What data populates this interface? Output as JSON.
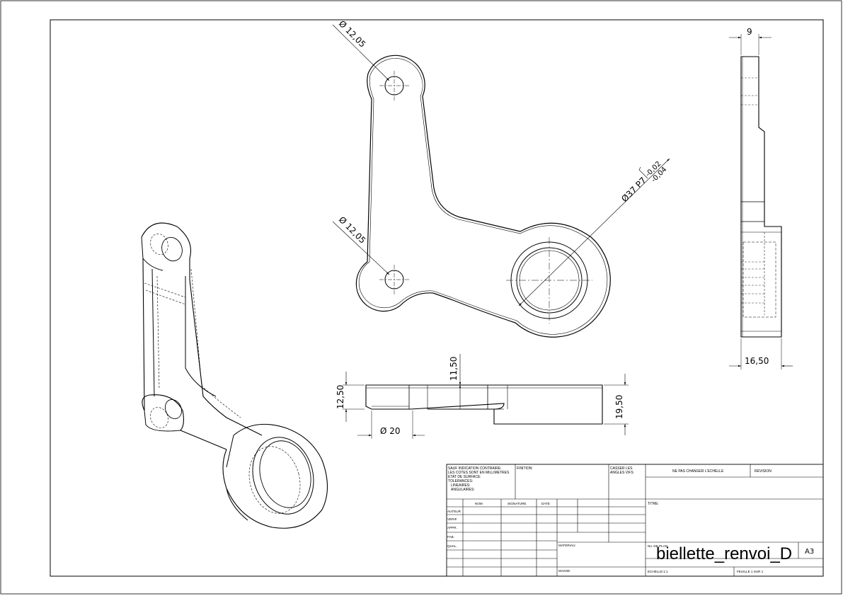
{
  "dimensions": {
    "hole_top": "Ø 12,05",
    "hole_bottom": "Ø 12,05",
    "bore": "Ø37 P7",
    "bore_tol_upper": "-0,02",
    "bore_tol_lower": "-0,04",
    "thickness_top": "9",
    "width_side": "16,50",
    "height_hub": "11,50",
    "height_left": "12,50",
    "height_right": "19,50",
    "boss_dia": "Ø 20"
  },
  "title_block": {
    "general_note": [
      "SAUF INDICATION CONTRAIRE:",
      "LES COTES SONT EN MILLIMETRES",
      "ETAT DE SURFACE:",
      "TOLERANCES:",
      "LINEAIRES:",
      "ANGULAIRES:"
    ],
    "finish_label": "FINITION:",
    "break_edges": [
      "CASSER LES",
      "ANGLES VIFS"
    ],
    "no_scale": "NE PAS CHANGER L'ECHELLE",
    "revision_label": "REVISION",
    "title_label": "TITRE:",
    "col_name": "NOM",
    "col_signature": "SIGNATURE",
    "col_date": "DATE",
    "rows": [
      "AUTEUR",
      "VERIF.",
      "APPR.",
      "FAB.",
      "QUAL."
    ],
    "material_label": "MATERIAU:",
    "mass_label": "MASSE:",
    "drawing_no_label": "No. DE PLAN",
    "drawing_no": "biellette_renvoi_D",
    "sheet_size": "A3",
    "scale": "ECHELLE:1:1",
    "sheet": "FEUILLE 1 SUR 1"
  }
}
